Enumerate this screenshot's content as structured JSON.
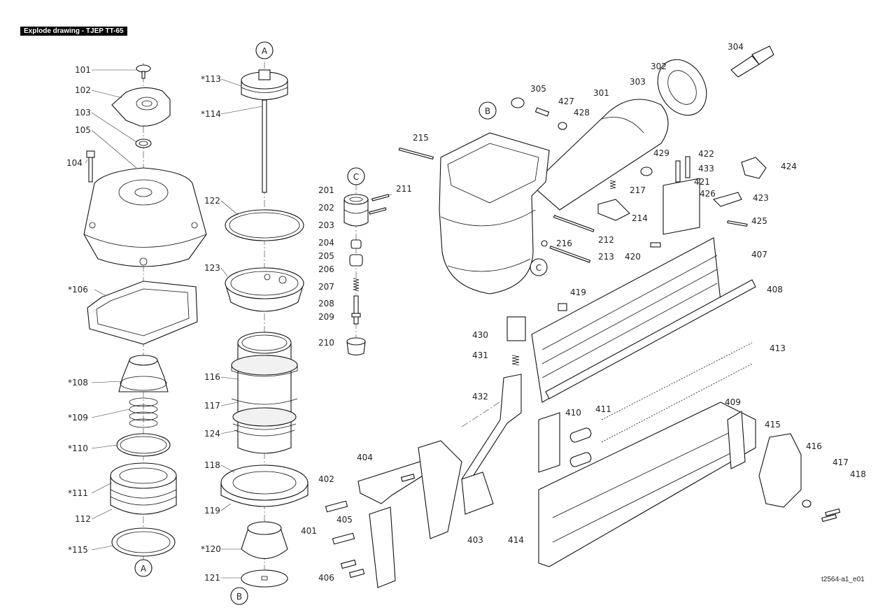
{
  "title": "Explode drawing - TJEP TT-65",
  "drawing_code": "t2564-a1_e01",
  "ref_markers": [
    "A",
    "A",
    "B",
    "B",
    "C",
    "C"
  ],
  "part_labels": [
    "101",
    "102",
    "103",
    "105",
    "104",
    "*106",
    "*108",
    "*109",
    "*110",
    "*111",
    "112",
    "*115",
    "*113",
    "*114",
    "122",
    "123",
    "116",
    "117",
    "124",
    "118",
    "119",
    "*120",
    "121",
    "201",
    "202",
    "203",
    "204",
    "205",
    "206",
    "207",
    "208",
    "209",
    "210",
    "211",
    "215",
    "212",
    "213",
    "214",
    "216",
    "217",
    "301",
    "302",
    "303",
    "304",
    "305",
    "427",
    "428",
    "429",
    "422",
    "433",
    "421",
    "426",
    "424",
    "423",
    "425",
    "420",
    "407",
    "408",
    "419",
    "430",
    "431",
    "432",
    "413",
    "410",
    "411",
    "409",
    "415",
    "416",
    "417",
    "418",
    "414",
    "404",
    "402",
    "405",
    "401",
    "403",
    "406"
  ]
}
